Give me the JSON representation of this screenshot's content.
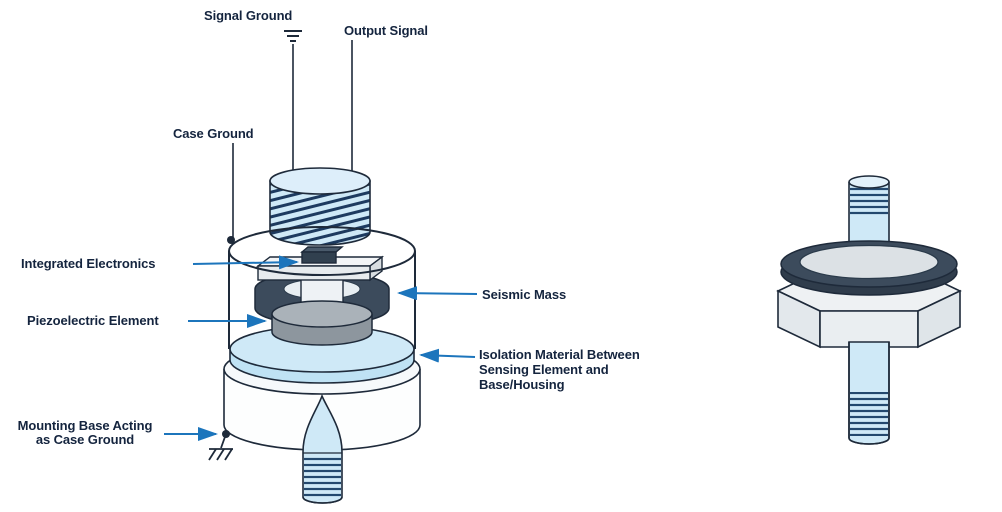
{
  "labels": {
    "signal_ground": "Signal Ground",
    "output_signal": "Output Signal",
    "case_ground": "Case Ground",
    "integrated_electronics": "Integrated Electronics",
    "piezoelectric_element": "Piezoelectric Element",
    "seismic_mass": "Seismic Mass",
    "isolation_material": "Isolation Material Between\nSensing Element and\nBase/Housing",
    "mounting_base": "Mounting Base Acting\nas Case Ground"
  },
  "colors": {
    "label_text": "#14243e",
    "arrow": "#1c75bc",
    "outline": "#1e2a3a",
    "light_blue": "#cfe9f7",
    "light_blue_dark": "#bfe2f4",
    "dark_ring": "#3c4b5c",
    "gray_element": "#9aa3ab"
  },
  "icons": {
    "earth_ground": "earth-ground-symbol",
    "chassis_ground": "chassis-ground-symbol"
  }
}
